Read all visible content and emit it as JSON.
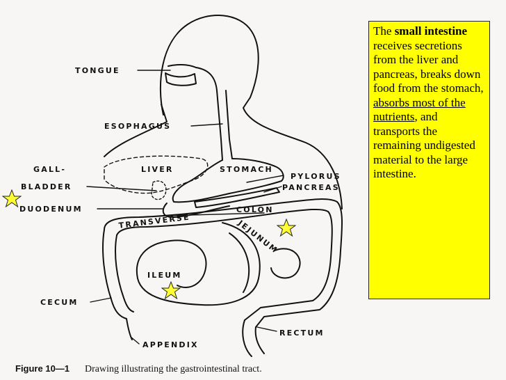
{
  "labels": {
    "tongue": "TONGUE",
    "esophagus": "ESOPHAGUS",
    "gall": "GALL-",
    "bladder": "BLADDER",
    "duodenum": "DUODENUM",
    "liver": "LIVER",
    "stomach": "STOMACH",
    "pylorus": "PYLORUS",
    "pancreas": "PANCREAS",
    "colon": "COLON",
    "transverse": "TRANSVERSE",
    "jejunum": "JEJUNUM",
    "ileum": "ILEUM",
    "cecum": "CECUM",
    "appendix": "APPENDIX",
    "rectum": "RECTUM"
  },
  "note": {
    "intro": "The",
    "term": "small intestine",
    "part1": "receives secretions from the liver and pancreas, breaks down food from the stomach,",
    "underlined": "absorbs most of the nutrients",
    "part2": ", and transports the remaining undigested material to the large intestine."
  },
  "caption": {
    "figure": "Figure 10—1",
    "text": "Drawing illustrating the gastrointestinal tract."
  },
  "colors": {
    "note_bg": "#ffff00",
    "star_fill": "#ffff33",
    "ink": "#111111"
  }
}
